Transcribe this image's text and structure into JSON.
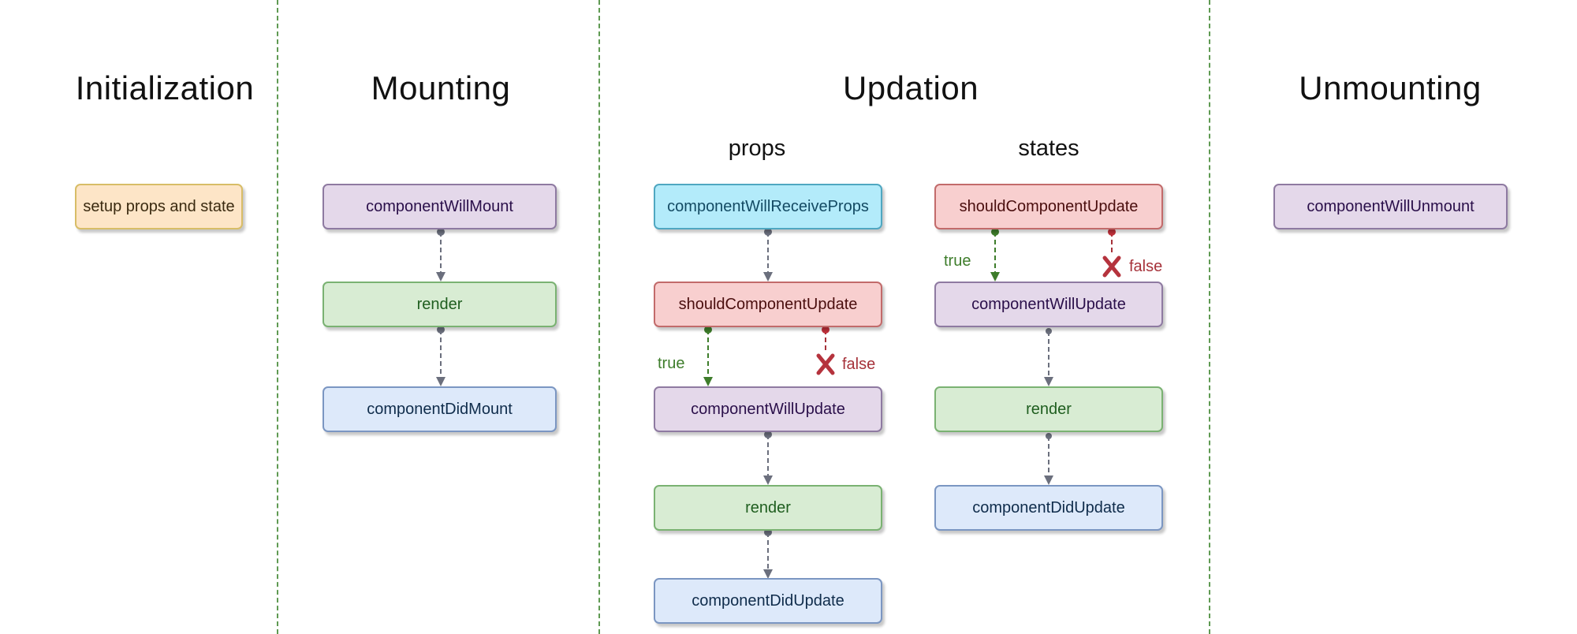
{
  "phases": {
    "initialization": "Initialization",
    "mounting": "Mounting",
    "updation": "Updation",
    "unmounting": "Unmounting"
  },
  "subphases": {
    "props": "props",
    "states": "states"
  },
  "nodes": {
    "setup": "setup props and state",
    "will_mount": "componentWillMount",
    "mount_render": "render",
    "did_mount": "componentDidMount",
    "will_receive_props": "componentWillReceiveProps",
    "props_should_update": "shouldComponentUpdate",
    "props_will_update": "componentWillUpdate",
    "props_render": "render",
    "props_did_update": "componentDidUpdate",
    "states_should_update": "shouldComponentUpdate",
    "states_will_update": "componentWillUpdate",
    "states_render": "render",
    "states_did_update": "componentDidUpdate",
    "will_unmount": "componentWillUnmount"
  },
  "edge_labels": {
    "true": "true",
    "false": "false"
  },
  "colors": {
    "lifecycle": "#e4d8ea",
    "render": "#d8ecd3",
    "did": "#dde9fa",
    "props": "#b3ebfa",
    "should_update": "#f8cfcf",
    "setup": "#fde5c7",
    "true_branch": "#3e7d2b",
    "false_branch": "#a6323a",
    "divider": "#5f9a52"
  }
}
